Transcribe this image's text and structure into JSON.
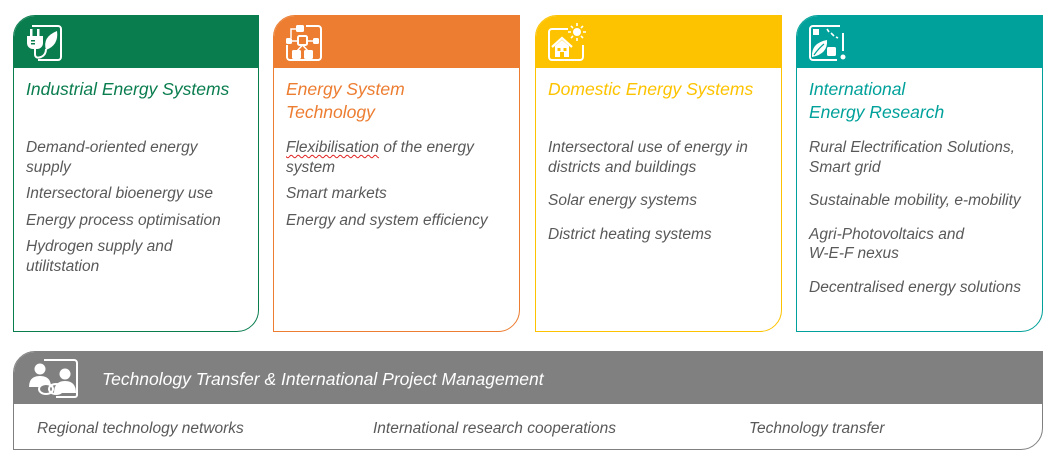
{
  "colors": {
    "industrial": "#0a7d4f",
    "technology": "#ec7d31",
    "domestic": "#fdc300",
    "international": "#00a19a",
    "transfer": "#808080",
    "body_text": "#595959"
  },
  "cards": [
    {
      "id": "industrial",
      "icon": "plug-leaf-icon",
      "title_lines": [
        "Industrial Energy Systems"
      ],
      "items": [
        "Demand-oriented energy supply",
        "Intersectoral bioenergy use",
        "Energy process optimisation",
        "Hydrogen supply and utilitstation"
      ]
    },
    {
      "id": "technology",
      "icon": "network-diagram-icon",
      "title_lines": [
        "Energy System",
        "Technology"
      ],
      "items": [
        "Flexibilisation of the energy system",
        "Smart markets",
        "Energy and system efficiency"
      ],
      "spellcheck_word": "Flexibilisation",
      "item0_rest": " of the energy system"
    },
    {
      "id": "domestic",
      "icon": "house-sun-icon",
      "title_lines": [
        "Domestic Energy Systems"
      ],
      "items": [
        "Intersectoral use of energy in districts and buildings",
        "Solar energy systems",
        "District heating systems"
      ]
    },
    {
      "id": "international",
      "icon": "leaf-solar-icon",
      "title_lines": [
        "International",
        "Energy Research"
      ],
      "items": [
        "Rural Electrification Solutions, Smart grid",
        "Sustainable mobility, e-mobility",
        "Agri-Photovoltaics and W-E-F nexus",
        "Decentralised energy solutions"
      ],
      "item2_lines": [
        "Agri-Photovoltaics and",
        "W-E-F nexus"
      ]
    }
  ],
  "banner": {
    "icon": "people-link-icon",
    "title": "Technology Transfer & International Project Management",
    "items": [
      "Regional technology networks",
      "International research cooperations",
      "Technology transfer"
    ]
  }
}
